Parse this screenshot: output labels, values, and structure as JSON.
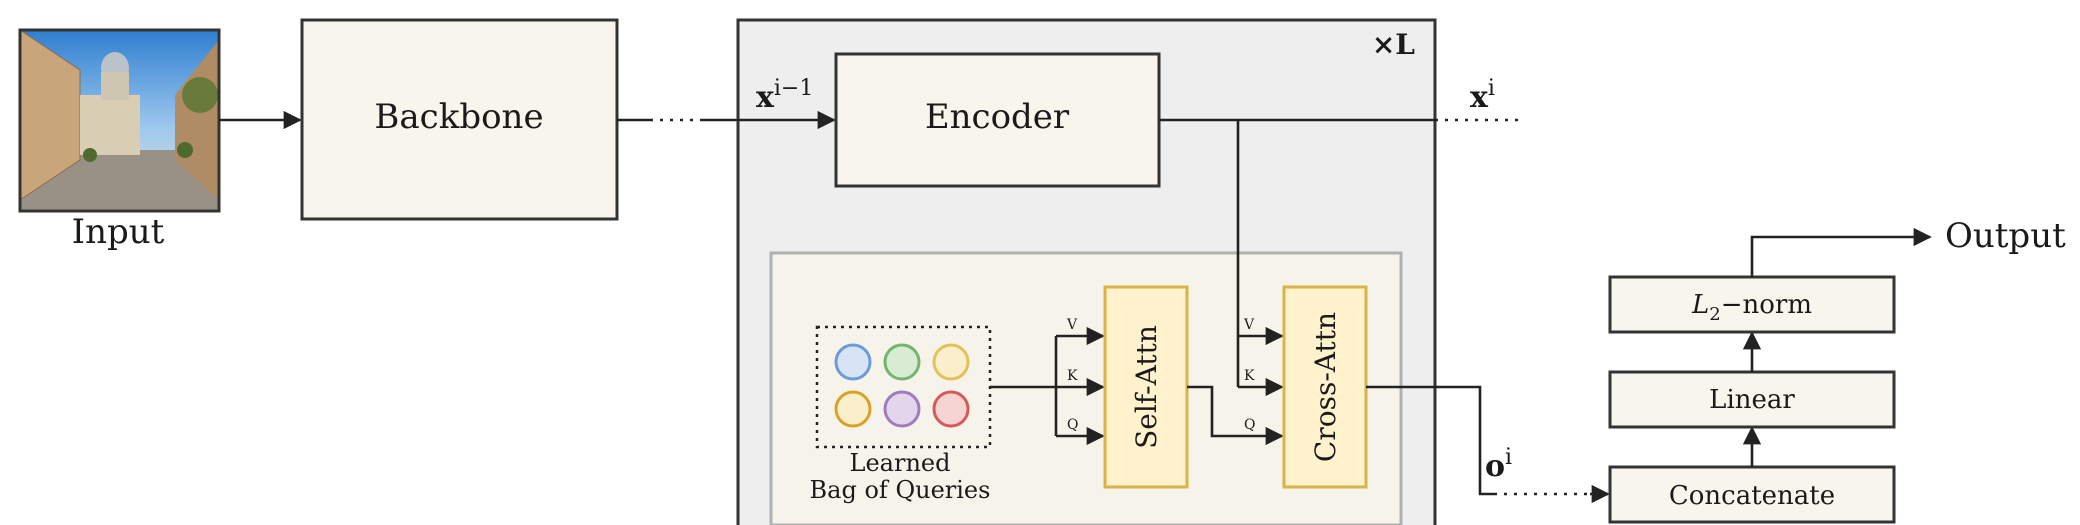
{
  "input_label": "Input",
  "backbone_label": "Backbone",
  "encoder_label": "Encoder",
  "repeat_label": "×L",
  "x_prev_label": "x",
  "x_prev_sup": "i−1",
  "x_label": "x",
  "x_sup": "i",
  "self_attn_label": "Self-Attn",
  "cross_attn_label": "Cross-Attn",
  "queries_caption": [
    "Learned",
    "Bag of Queries"
  ],
  "query_colors": [
    {
      "fill": "#d6e4f5",
      "stroke": "#6c9bd6"
    },
    {
      "fill": "#d8ecd4",
      "stroke": "#74b56e"
    },
    {
      "fill": "#fbefcb",
      "stroke": "#e3c15a"
    },
    {
      "fill": "#fbefcb",
      "stroke": "#d6a324"
    },
    {
      "fill": "#e3d6ec",
      "stroke": "#a07bc0"
    },
    {
      "fill": "#f7d4d4",
      "stroke": "#d45b5b"
    }
  ],
  "self_inputs": [
    "V",
    "K",
    "Q"
  ],
  "cross_inputs": [
    "V",
    "K",
    "Q"
  ],
  "o_label": "o",
  "o_sup": "i",
  "concat_label": "Concatenate",
  "linear_label": "Linear",
  "l2_label_base": "L",
  "l2_label_sub": "2",
  "l2_label_rest": "−norm",
  "output_label": "Output"
}
